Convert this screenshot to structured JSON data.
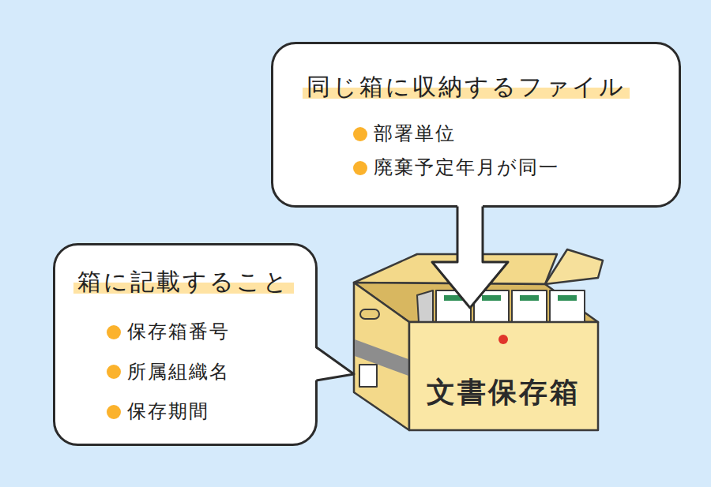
{
  "diagram": {
    "nodes": [
      {
        "text": [
          "同じ箱に収納するファイル",
          "部署単位",
          "廃棄予定年月が同一"
        ]
      },
      {
        "text": [
          "箱に記載すること",
          "保存箱番号",
          "所属組織名",
          "保存期間"
        ]
      },
      {
        "text": [
          "文書保存箱"
        ]
      }
    ],
    "edges": [
      {
        "from": 0,
        "to": 2,
        "arrow": "to"
      },
      {
        "from": 1,
        "to": 2,
        "arrow": "none"
      }
    ]
  }
}
